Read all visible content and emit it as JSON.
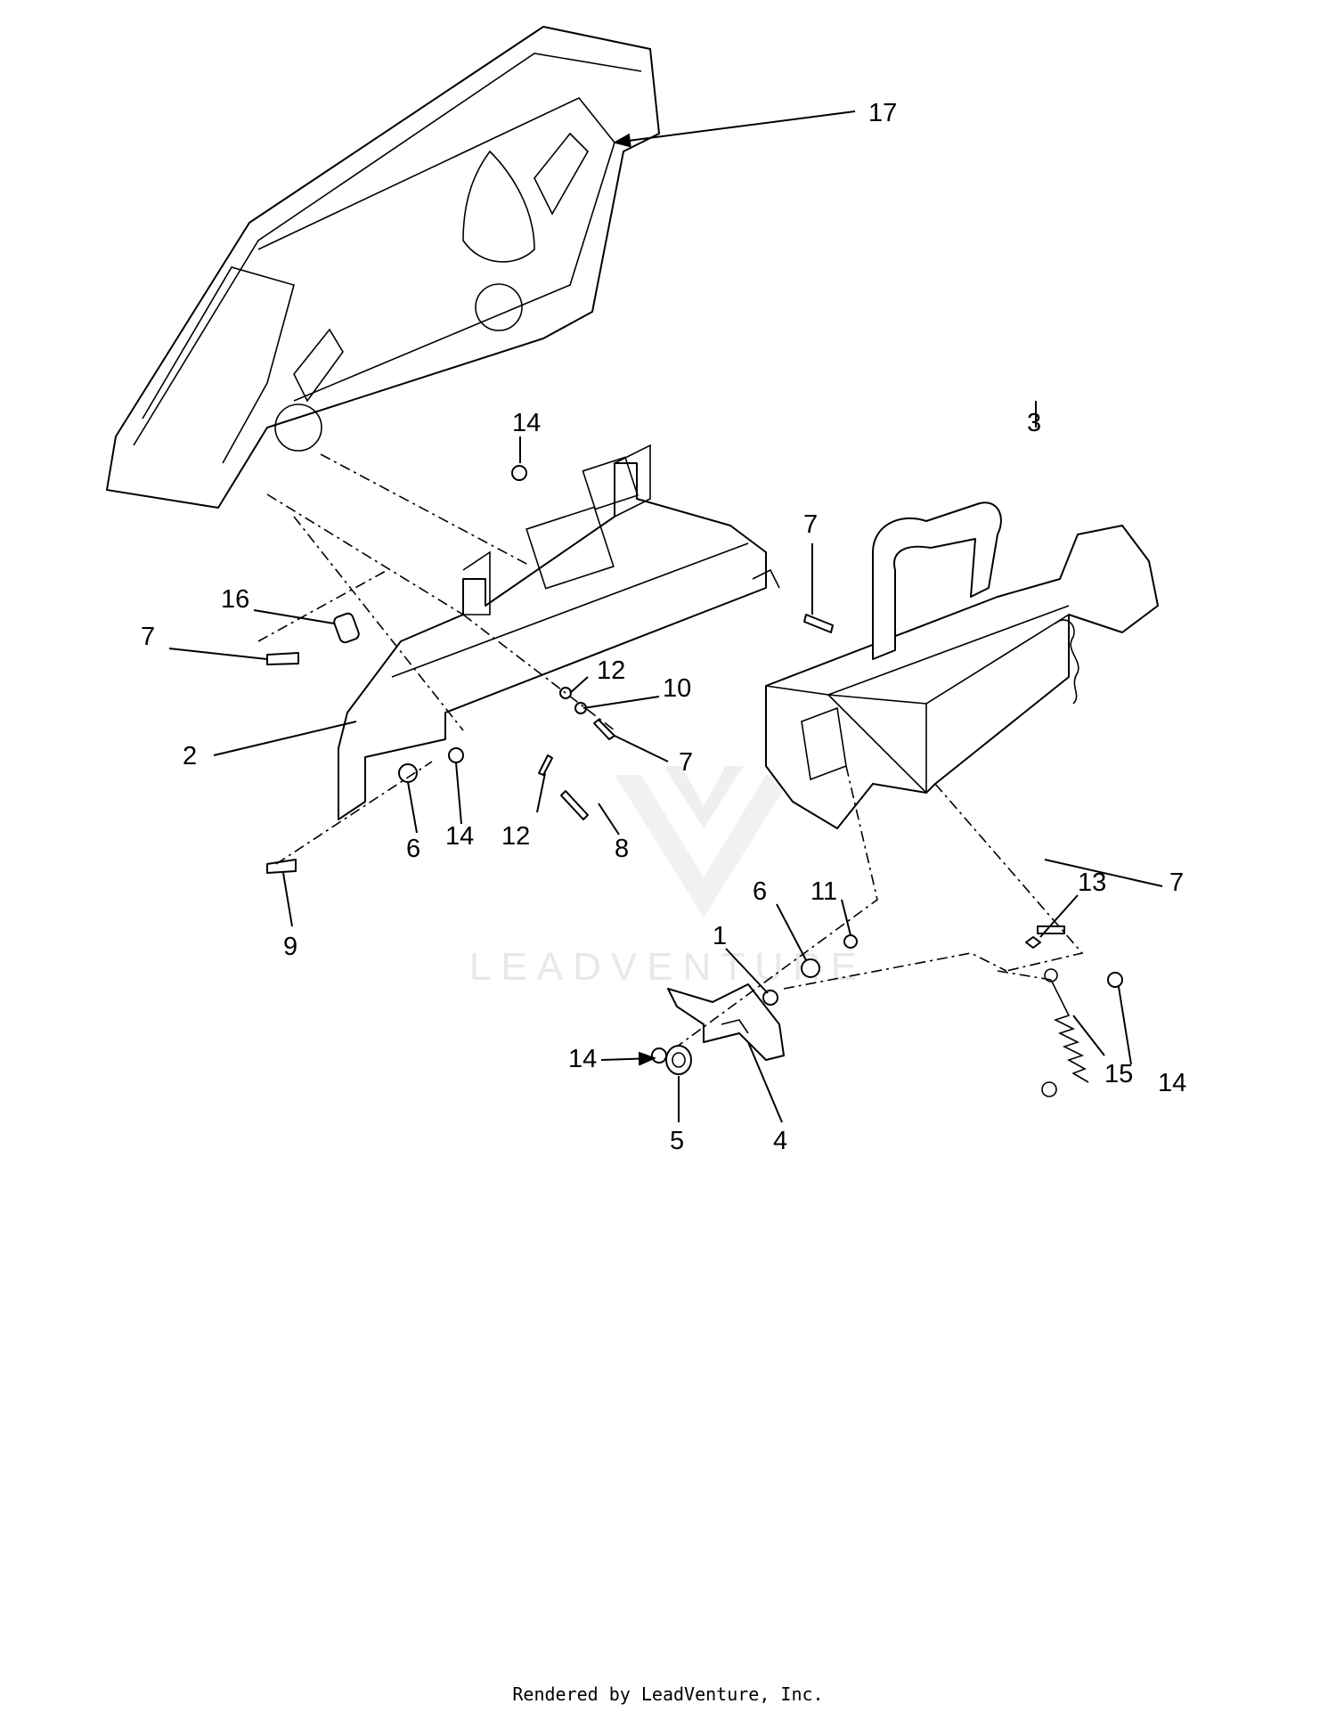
{
  "callouts": [
    "17",
    "14",
    "3",
    "7",
    "16",
    "7",
    "12",
    "10",
    "2",
    "7",
    "6",
    "14",
    "12",
    "8",
    "7",
    "9",
    "1",
    "6",
    "11",
    "13",
    "14",
    "15",
    "14",
    "5",
    "4"
  ],
  "watermark": "LEADVENTURE",
  "footer": "Rendered by LeadVenture, Inc."
}
